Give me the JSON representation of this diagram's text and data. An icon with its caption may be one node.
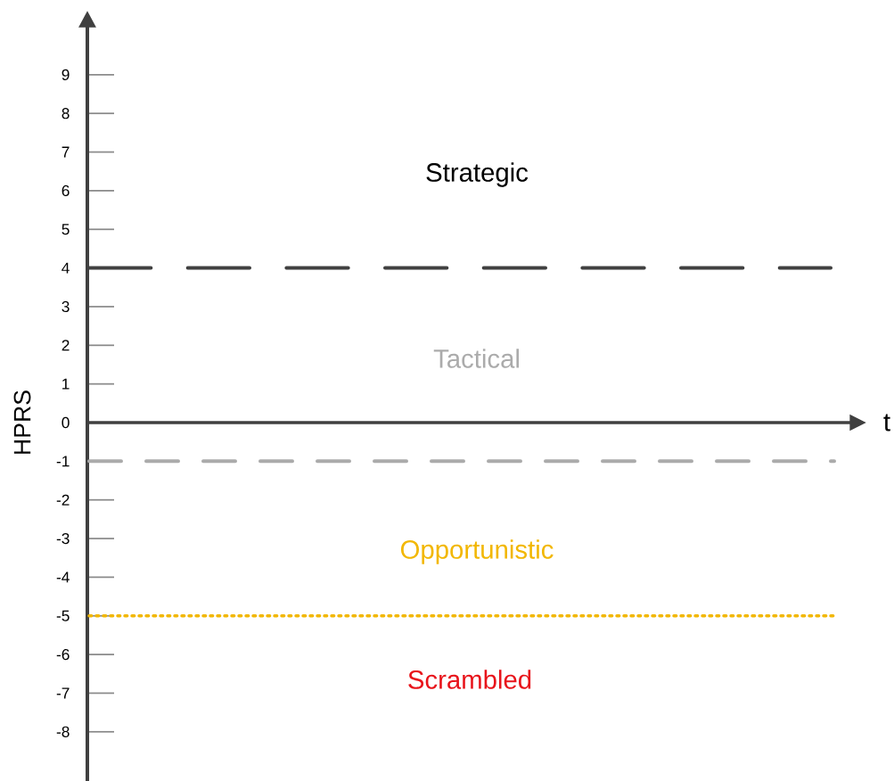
{
  "diagram": {
    "labels": [
      "HPRS",
      "t",
      "9",
      "8",
      "7",
      "6",
      "5",
      "4",
      "3",
      "2",
      "1",
      "0",
      "-1",
      "-2",
      "-3",
      "-4",
      "-5",
      "-6",
      "-7",
      "-8",
      "Strategic",
      "Tactical",
      "Opportunistic",
      "Scrambled"
    ]
  }
}
